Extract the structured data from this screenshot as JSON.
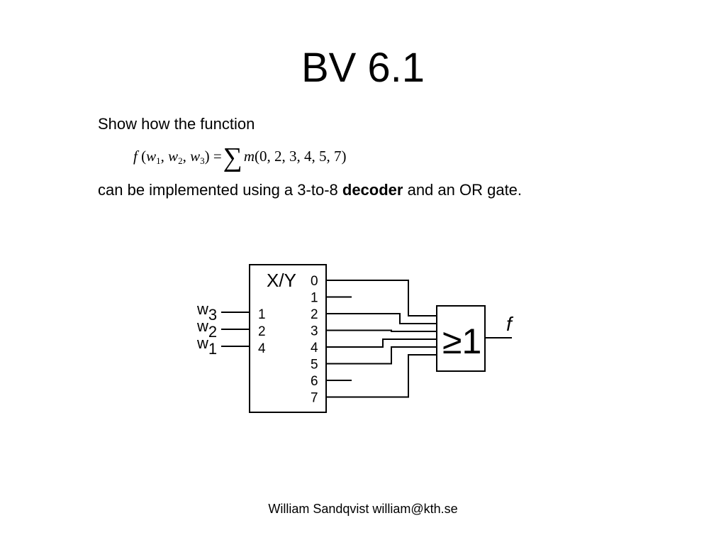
{
  "slide": {
    "title": "BV 6.1",
    "intro": "Show how the function",
    "formula": {
      "f": "f",
      "open": " (",
      "w": "w",
      "sub1": "1",
      "sub2": "2",
      "sub3": "3",
      "comma": ", ",
      "close_eq": ") =",
      "sigma": "∑",
      "m": "m",
      "minterms": "(0, 2, 3, 4, 5, 7)"
    },
    "outro_before": "can be implemented using a 3-to-8 ",
    "outro_bold": "decoder",
    "outro_after": " and an OR gate.",
    "footer": "William Sandqvist william@kth.se"
  },
  "diagram": {
    "decoder_label": "X/Y",
    "inputs": [
      {
        "var": "w",
        "sub": "3",
        "weight": "1"
      },
      {
        "var": "w",
        "sub": "2",
        "weight": "2"
      },
      {
        "var": "w",
        "sub": "1",
        "weight": "4"
      }
    ],
    "outputs": [
      "0",
      "1",
      "2",
      "3",
      "4",
      "5",
      "6",
      "7"
    ],
    "connected_outputs": [
      0,
      2,
      3,
      4,
      5,
      7
    ],
    "or_gate_label": "≥1",
    "output_label": "f"
  }
}
